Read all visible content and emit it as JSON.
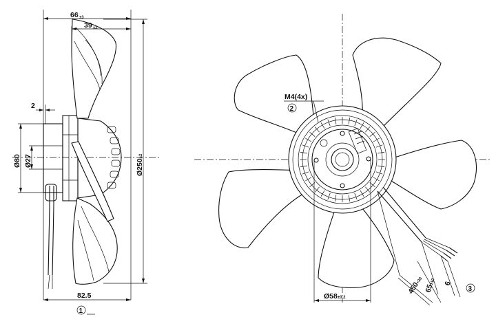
{
  "side_view": {
    "dim_top_overall": {
      "value": "66",
      "tol": "±3"
    },
    "dim_top_inner": {
      "value": "39",
      "tol": "±2"
    },
    "dim_gap": {
      "value": "2"
    },
    "dim_d80": {
      "value": "Ø80"
    },
    "dim_d27": {
      "value": "Ø27"
    },
    "dim_d250": {
      "value": "Ø250",
      "tol": "±2"
    },
    "dim_bottom": {
      "value": "82.5"
    },
    "ref_1": "1"
  },
  "front_view": {
    "thread_label": "M4(4x)",
    "ref_2": "2",
    "ref_3": "3",
    "dim_d58": {
      "value": "Ø58",
      "tol": "±0.2"
    },
    "dim_cable": {
      "value": "450",
      "tol": "+30"
    },
    "dim_strip": {
      "value": "65",
      "tol": "±10"
    },
    "dim_wire": {
      "value": "6"
    },
    "blade_count": 5
  }
}
